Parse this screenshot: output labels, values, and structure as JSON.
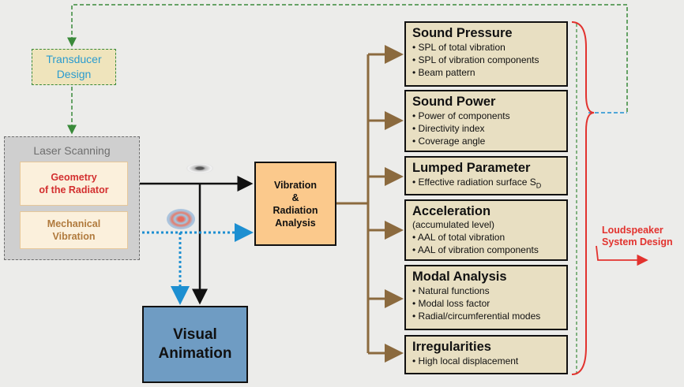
{
  "transducer": {
    "line1": "Transducer",
    "line2": "Design"
  },
  "laser": {
    "title": "Laser Scanning",
    "geometry": {
      "line1": "Geometry",
      "line2": "of the Radiator"
    },
    "mechanical": {
      "line1": "Mechanical",
      "line2": "Vibration"
    }
  },
  "vibration_analysis": {
    "line1": "Vibration",
    "line2": "&",
    "line3": "Radiation",
    "line4": "Analysis"
  },
  "visual_animation": {
    "line1": "Visual",
    "line2": "Animation"
  },
  "outputs": [
    {
      "title": "Sound Pressure",
      "items": [
        "• SPL of total vibration",
        "• SPL of vibration components",
        "• Beam pattern"
      ]
    },
    {
      "title": "Sound Power",
      "items": [
        "• Power of components",
        "• Directivity index",
        "• Coverage angle"
      ]
    },
    {
      "title": "Lumped Parameter",
      "items": [
        "• Effective radiation surface S",
        "D"
      ]
    },
    {
      "title": "Acceleration",
      "subtitle": "(accumulated level)",
      "items": [
        "• AAL of total vibration",
        "• AAL of vibration components"
      ]
    },
    {
      "title": "Modal Analysis",
      "items": [
        "• Natural functions",
        "• Modal loss factor",
        "• Radial/circumferential modes"
      ]
    },
    {
      "title": "Irregularities",
      "items": [
        "• High local displacement"
      ]
    }
  ],
  "loudspeaker": {
    "line1": "Loudspeaker",
    "line2": "System Design"
  },
  "colors": {
    "brown_connector": "#8b6a3e",
    "green_dashed": "#3a8a3a",
    "blue_dotted": "#1d8fd1",
    "red_brace": "#e2322e",
    "accent_orange": "#fbc98c",
    "accent_blue": "#6f9cc3"
  },
  "icons": [
    "speaker-disc-icon",
    "vibration-pattern-icon"
  ]
}
